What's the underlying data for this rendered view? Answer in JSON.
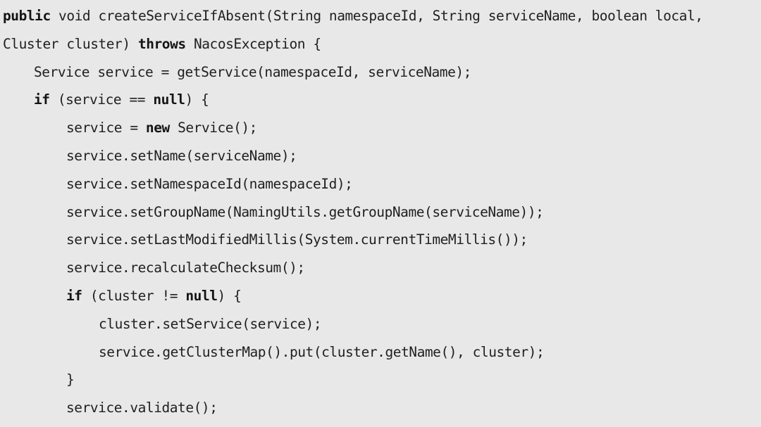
{
  "code": {
    "lines": [
      {
        "indent": 0,
        "tokens": [
          {
            "t": "public",
            "kw": true
          },
          {
            "t": " void createServiceIfAbsent(String namespaceId, String serviceName, boolean local,"
          }
        ]
      },
      {
        "indent": 0,
        "tokens": [
          {
            "t": "Cluster cluster) "
          },
          {
            "t": "throws",
            "kw": true
          },
          {
            "t": " NacosException {"
          }
        ]
      },
      {
        "indent": 1,
        "tokens": [
          {
            "t": "Service service = getService(namespaceId, serviceName);"
          }
        ]
      },
      {
        "indent": 1,
        "tokens": [
          {
            "t": "if",
            "kw": true
          },
          {
            "t": " (service == "
          },
          {
            "t": "null",
            "kw": true
          },
          {
            "t": ") {"
          }
        ]
      },
      {
        "indent": 2,
        "tokens": [
          {
            "t": "service = "
          },
          {
            "t": "new",
            "kw": true
          },
          {
            "t": " Service();"
          }
        ]
      },
      {
        "indent": 2,
        "tokens": [
          {
            "t": "service.setName(serviceName);"
          }
        ]
      },
      {
        "indent": 2,
        "tokens": [
          {
            "t": "service.setNamespaceId(namespaceId);"
          }
        ]
      },
      {
        "indent": 2,
        "tokens": [
          {
            "t": "service.setGroupName(NamingUtils.getGroupName(serviceName));"
          }
        ]
      },
      {
        "indent": 2,
        "tokens": [
          {
            "t": "service.setLastModifiedMillis(System.currentTimeMillis());"
          }
        ]
      },
      {
        "indent": 2,
        "tokens": [
          {
            "t": "service.recalculateChecksum();"
          }
        ]
      },
      {
        "indent": 2,
        "tokens": [
          {
            "t": "if",
            "kw": true
          },
          {
            "t": " (cluster != "
          },
          {
            "t": "null",
            "kw": true
          },
          {
            "t": ") {"
          }
        ]
      },
      {
        "indent": 3,
        "tokens": [
          {
            "t": "cluster.setService(service);"
          }
        ]
      },
      {
        "indent": 3,
        "tokens": [
          {
            "t": "service.getClusterMap().put(cluster.getName(), cluster);"
          }
        ]
      },
      {
        "indent": 2,
        "tokens": [
          {
            "t": "}"
          }
        ]
      },
      {
        "indent": 2,
        "tokens": [
          {
            "t": "service.validate();"
          }
        ]
      }
    ]
  },
  "colors": {
    "background": "#e8e8e8",
    "text": "#1f1f1f"
  }
}
